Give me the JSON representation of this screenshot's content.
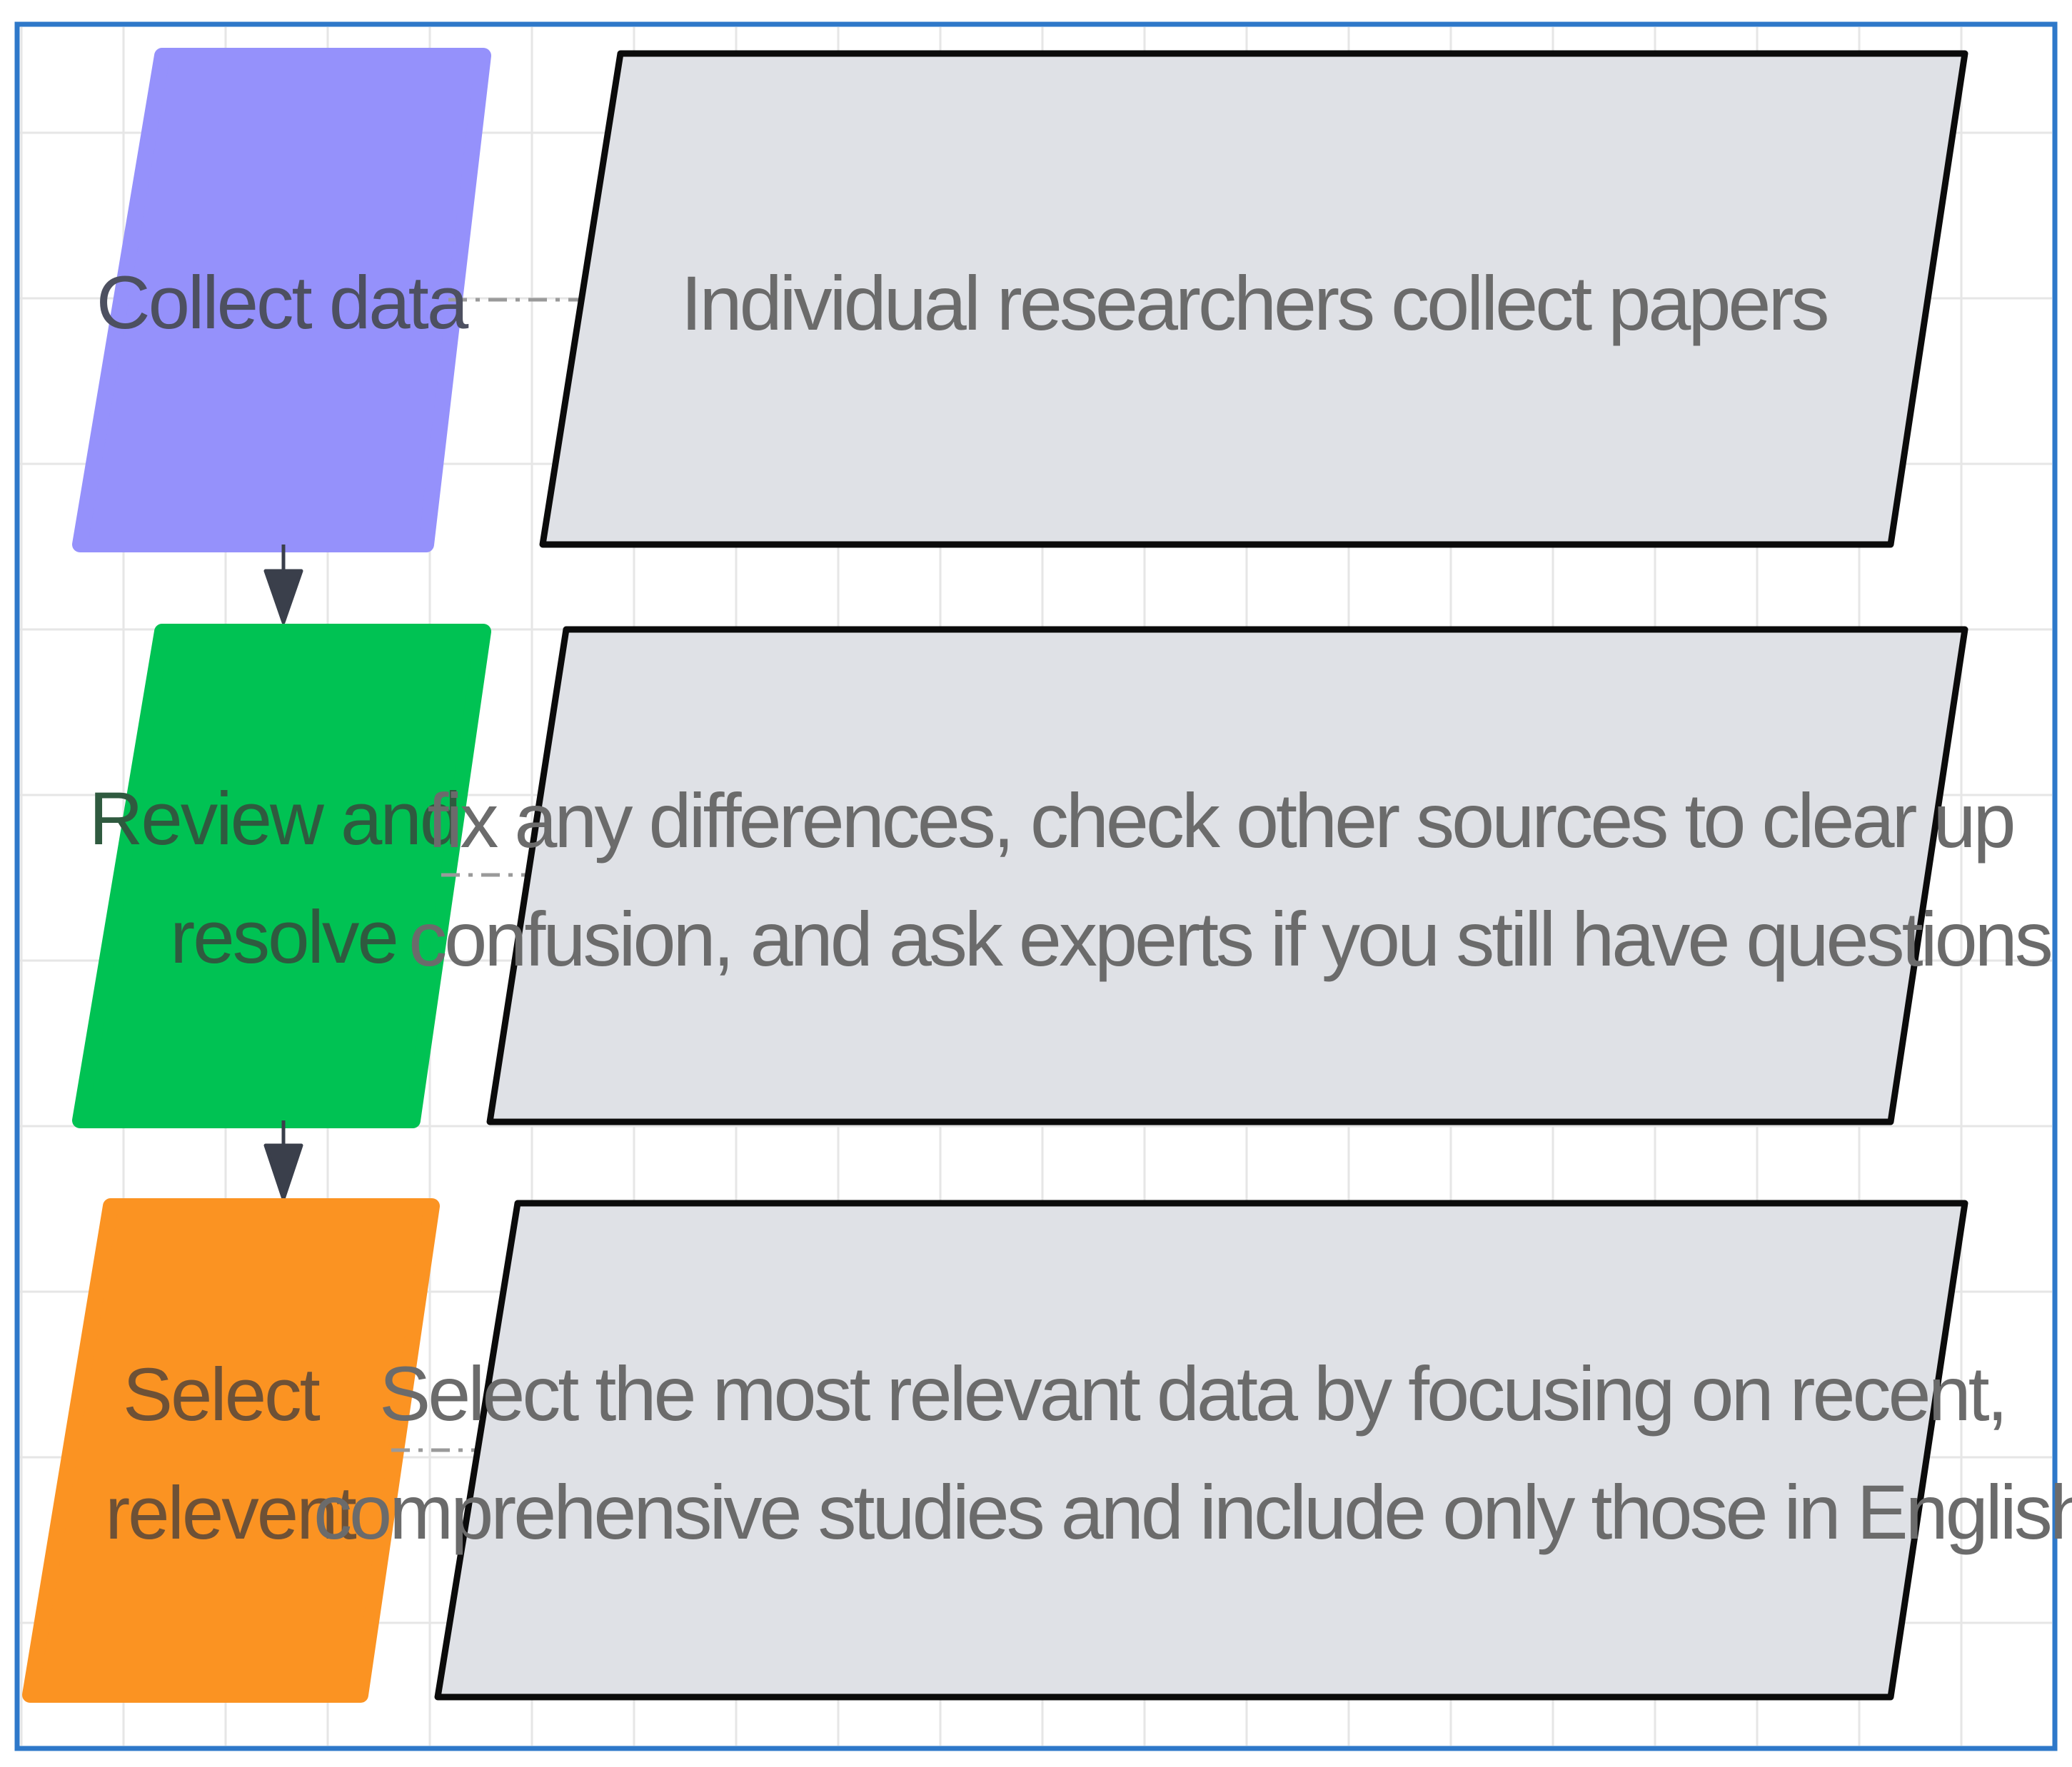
{
  "steps": [
    {
      "label_lines": [
        "Collect data"
      ],
      "fill": "#9591fb",
      "text_color": "#4d5060",
      "description_lines": [
        "Individual researchers collect papers"
      ]
    },
    {
      "label_lines": [
        "Review and",
        "resolve"
      ],
      "fill": "#00c253",
      "text_color": "#2f5a3f",
      "description_lines": [
        "fix any differences, check other sources to clear up",
        "confusion, and ask experts if you still have questions"
      ]
    },
    {
      "label_lines": [
        "Select",
        "relevent"
      ],
      "fill": "#fb9322",
      "text_color": "#6e5136",
      "description_lines": [
        "Select the most relevant data by focusing on recent,",
        "comprehensive studies and include only those in English"
      ]
    }
  ],
  "colors": {
    "frame_border": "#2e78c9",
    "grid": "#e6e6e6",
    "description_fill": "#dfe1e6",
    "description_stroke": "#0b0b0b",
    "description_text": "#6b6b6b",
    "arrow": "#3a3f4b",
    "connector": "#9a9a9a"
  }
}
